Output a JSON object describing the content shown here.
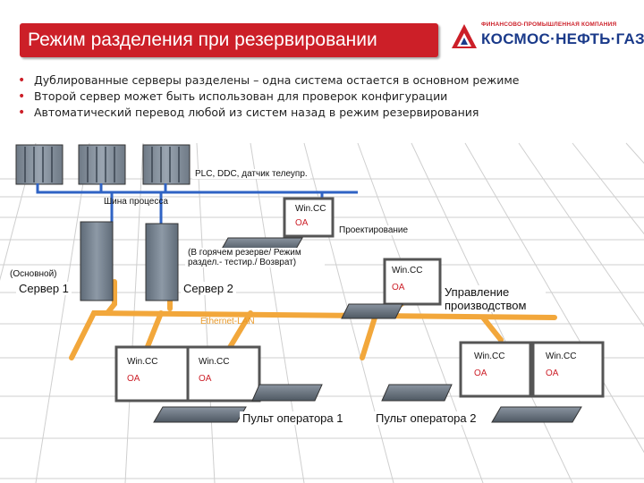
{
  "header": {
    "title": "Режим разделения при резервировании"
  },
  "logo": {
    "subtitle": "ФИНАНСОВО-ПРОМЫШЛЕННАЯ КОМПАНИЯ",
    "name": "КОСМОС·НЕФТЬ·ГАЗ",
    "brand_color": "#cc1f28",
    "text_color": "#1a3a8a"
  },
  "bullets": [
    "Дублированные серверы разделены – одна система остается в основном режиме",
    "Второй сервер может быть использован для проверок конфигурации",
    "Автоматический перевод любой из систем назад в режим резервирования"
  ],
  "diagram": {
    "plc_label": "PLC, DDC, датчик телеупр.",
    "process_bus_label": "Шина процесса",
    "ethernet_label": "Ethernet-LAN",
    "server1_label": "Сервер 1",
    "server1_mode": "(Основной)",
    "server2_label": "Сервер 2",
    "server2_mode": "(В горячем резерве/ Режим раздел.- тестир./ Возврат)",
    "eng_station": {
      "wincc": "Win.CC",
      "oa": "OA",
      "label": "Проектирование"
    },
    "mgmt_station": {
      "wincc": "Win.CC",
      "oa": "OA",
      "label": "Управление производством"
    },
    "op1": {
      "wincc_a": "Win.CC",
      "oa_a": "OA",
      "wincc_b": "Win.CC",
      "oa_b": "OA",
      "label": "Пульт оператора 1"
    },
    "op2": {
      "wincc_a": "Win.CC",
      "oa_a": "OA",
      "wincc_b": "Win.CC",
      "oa_b": "OA",
      "label": "Пульт оператора 2"
    },
    "colors": {
      "bus_blue": "#2f63c4",
      "lan_orange": "#f2a73b",
      "oa_red": "#cc1f28",
      "grid": "#cfcfcf"
    }
  }
}
